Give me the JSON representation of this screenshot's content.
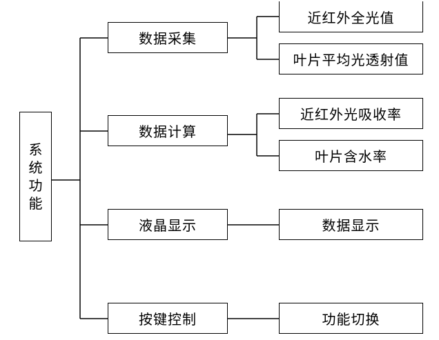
{
  "diagram": {
    "root": {
      "label": "系统功能"
    },
    "branches": [
      {
        "label": "数据采集",
        "children": [
          "近红外全光值",
          "叶片平均光透射值"
        ]
      },
      {
        "label": "数据计算",
        "children": [
          "近红外光吸收率",
          "叶片含水率"
        ]
      },
      {
        "label": "液晶显示",
        "children": [
          "数据显示"
        ]
      },
      {
        "label": "按键控制",
        "children": [
          "功能切换"
        ]
      }
    ]
  }
}
